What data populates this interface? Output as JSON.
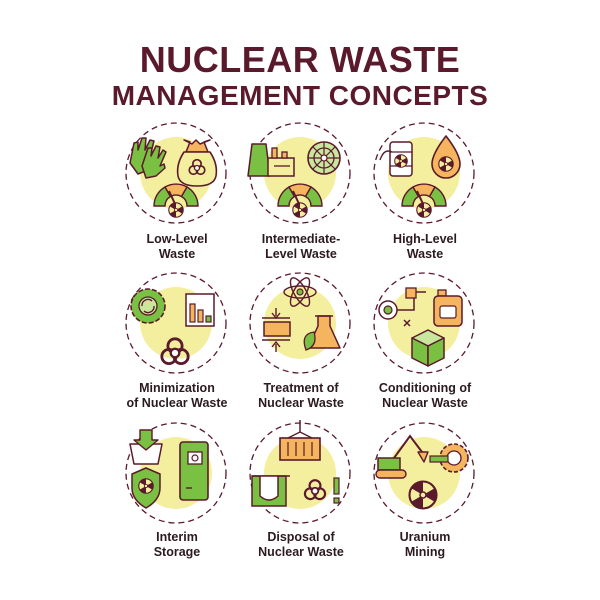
{
  "title": {
    "line1": "NUCLEAR WASTE",
    "line2": "MANAGEMENT CONCEPTS"
  },
  "colors": {
    "title": "#5a1a2c",
    "outline": "#5a1a2c",
    "green": "#79c043",
    "yellow": "#f4ee9f",
    "light_green": "#c8e69c",
    "orange": "#f5b45e"
  },
  "concepts": [
    {
      "line1": "Low-Level",
      "line2": "Waste",
      "icons": [
        "gloves-icon",
        "biohazard-bag-icon",
        "radiation-gauge-icon"
      ]
    },
    {
      "line1": "Intermediate-",
      "line2": "Level Waste",
      "icons": [
        "power-plant-icon",
        "radiation-wheel-icon",
        "radiation-gauge-icon"
      ]
    },
    {
      "line1": "High-Level",
      "line2": "Waste",
      "icons": [
        "barrel-icon",
        "radioactive-drop-icon",
        "radiation-gauge-icon"
      ]
    },
    {
      "line1": "Minimization",
      "line2": "of Nuclear Waste",
      "icons": [
        "recycle-gear-icon",
        "decreasing-chart-icon",
        "biohazard-icon"
      ]
    },
    {
      "line1": "Treatment of",
      "line2": "Nuclear Waste",
      "icons": [
        "atom-icon",
        "compression-icon",
        "flask-leaf-icon"
      ]
    },
    {
      "line1": "Conditioning of",
      "line2": "Nuclear Waste",
      "icons": [
        "pipeline-icon",
        "container-jar-icon",
        "cube-icon"
      ]
    },
    {
      "line1": "Interim",
      "line2": "Storage",
      "icons": [
        "storage-box-icon",
        "radiation-shield-icon",
        "storage-door-icon"
      ]
    },
    {
      "line1": "Disposal of",
      "line2": "Nuclear Waste",
      "icons": [
        "shipping-container-icon",
        "underground-pit-icon",
        "biohazard-warning-icon"
      ]
    },
    {
      "line1": "Uranium",
      "line2": "Mining",
      "icons": [
        "excavator-icon",
        "mining-drill-icon",
        "radiation-icon"
      ]
    }
  ]
}
